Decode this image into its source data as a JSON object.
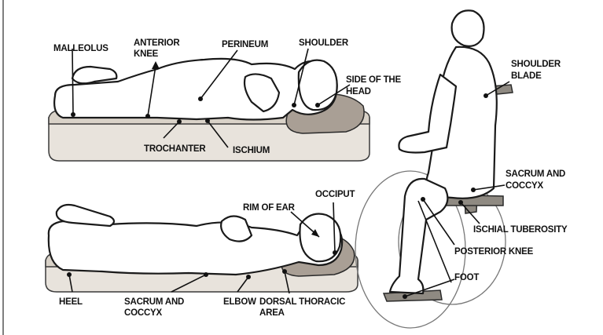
{
  "colors": {
    "ink": "#111111",
    "mattress": "#d9d2c8",
    "pillow": "#a99f95",
    "chair": "#8f8a82"
  },
  "labels": {
    "malleolus": "MALLEOLUS",
    "anterior_knee_1": "ANTERIOR",
    "anterior_knee_2": "KNEE",
    "perineum": "PERINEUM",
    "shoulder": "SHOULDER",
    "side_head_1": "SIDE OF THE",
    "side_head_2": "HEAD",
    "trochanter": "TROCHANTER",
    "ischium": "ISCHIUM",
    "shoulder_blade_1": "SHOULDER",
    "shoulder_blade_2": "BLADE",
    "sacrum_chair_1": "SACRUM AND",
    "sacrum_chair_2": "COCCYX",
    "ischial_tuberosity": "ISCHIAL TUBEROSITY",
    "posterior_knee": "POSTERIOR KNEE",
    "foot": "FOOT",
    "rim_of_ear": "RIM OF EAR",
    "occiput": "OCCIPUT",
    "heel": "HEEL",
    "sacrum_supine_1": "SACRUM AND",
    "sacrum_supine_2": "COCCYX",
    "elbow": "ELBOW",
    "dorsal_thoracic_1": "DORSAL THORACIC",
    "dorsal_thoracic_2": "AREA"
  }
}
